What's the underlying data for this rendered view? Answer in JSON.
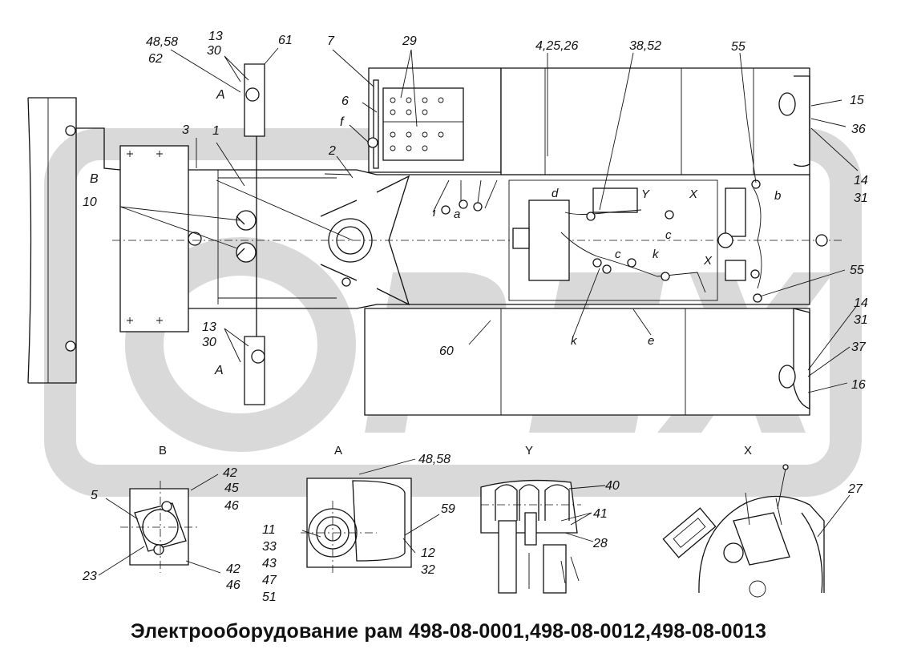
{
  "caption": "Электрооборудование рам 498-08-0001,498-08-0012,498-08-0013",
  "watermark": "OPEX",
  "colors": {
    "watermark": "#d9d9d9",
    "ink": "#111111",
    "background": "#ffffff"
  },
  "callouts": {
    "c48_58_top": "48,58",
    "c62": "62",
    "c13_top": "13",
    "c30_top": "30",
    "c61": "61",
    "c7": "7",
    "c29": "29",
    "c4_25_26": "4,25,26",
    "c38_52": "38,52",
    "c55_top": "55",
    "c15": "15",
    "c36": "36",
    "c14_top": "14",
    "c31_top": "31",
    "cA_top": "A",
    "c6": "6",
    "cf": "f",
    "c3": "3",
    "c1": "1",
    "c2": "2",
    "cB": "B",
    "c10": "10",
    "ci": "i",
    "ca": "a",
    "cd": "d",
    "cY": "Y",
    "cX_top": "X",
    "cb": "b",
    "cc_1": "c",
    "cc_2": "c",
    "ck_1": "k",
    "cX_mid": "X",
    "c55_mid": "55",
    "c14_bot": "14",
    "c31_bot": "31",
    "c37": "37",
    "c16": "16",
    "c13_bot": "13",
    "c30_bot": "30",
    "cA_bot": "A",
    "c60": "60",
    "ck_2": "k",
    "ce": "e"
  },
  "views": {
    "B": {
      "title": "B",
      "labels": [
        "42",
        "45",
        "46",
        "5",
        "23",
        "42",
        "46"
      ]
    },
    "A": {
      "title": "A",
      "labels": [
        "48,58",
        "59",
        "11",
        "33",
        "43",
        "47",
        "51",
        "12",
        "32"
      ]
    },
    "Y": {
      "title": "Y",
      "labels": [
        "40",
        "41",
        "28"
      ]
    },
    "X": {
      "title": "X",
      "labels": [
        "27"
      ]
    }
  }
}
